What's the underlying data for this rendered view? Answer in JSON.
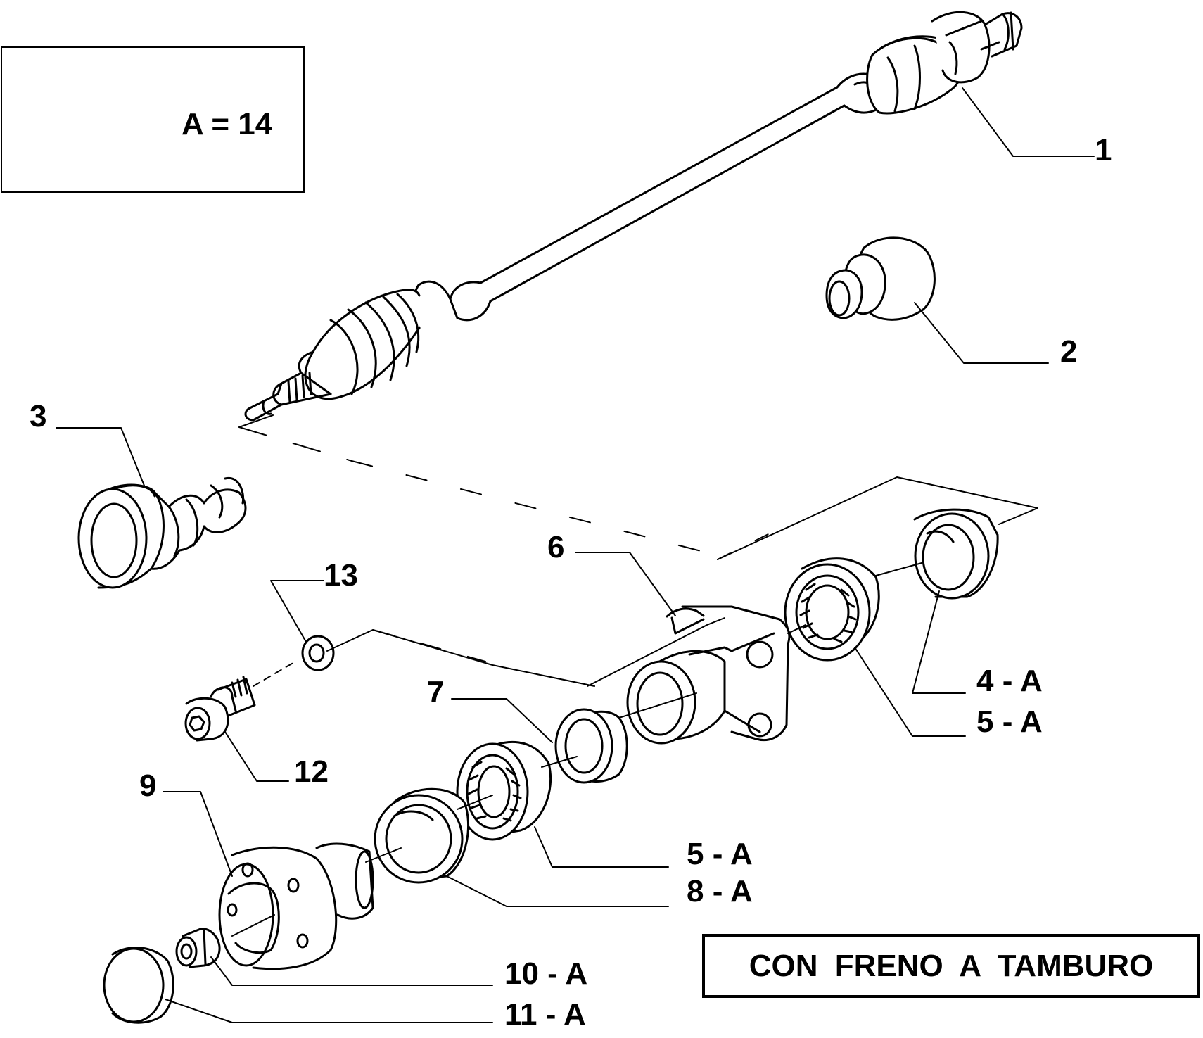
{
  "legend": {
    "text": "A = 14"
  },
  "note": {
    "text": "CON  FRENO  A  TAMBURO"
  },
  "callouts": [
    {
      "id": "c1",
      "text": "1"
    },
    {
      "id": "c2",
      "text": "2"
    },
    {
      "id": "c3",
      "text": "3"
    },
    {
      "id": "c13",
      "text": "13"
    },
    {
      "id": "c6",
      "text": "6"
    },
    {
      "id": "c4A",
      "text": "4 - A"
    },
    {
      "id": "c5A1",
      "text": "5 - A"
    },
    {
      "id": "c7",
      "text": "7"
    },
    {
      "id": "c12",
      "text": "12"
    },
    {
      "id": "c9",
      "text": "9"
    },
    {
      "id": "c5A2",
      "text": "5 - A"
    },
    {
      "id": "c8A",
      "text": "8 - A"
    },
    {
      "id": "c10A",
      "text": "10 - A"
    },
    {
      "id": "c11A",
      "text": "11 - A"
    }
  ]
}
